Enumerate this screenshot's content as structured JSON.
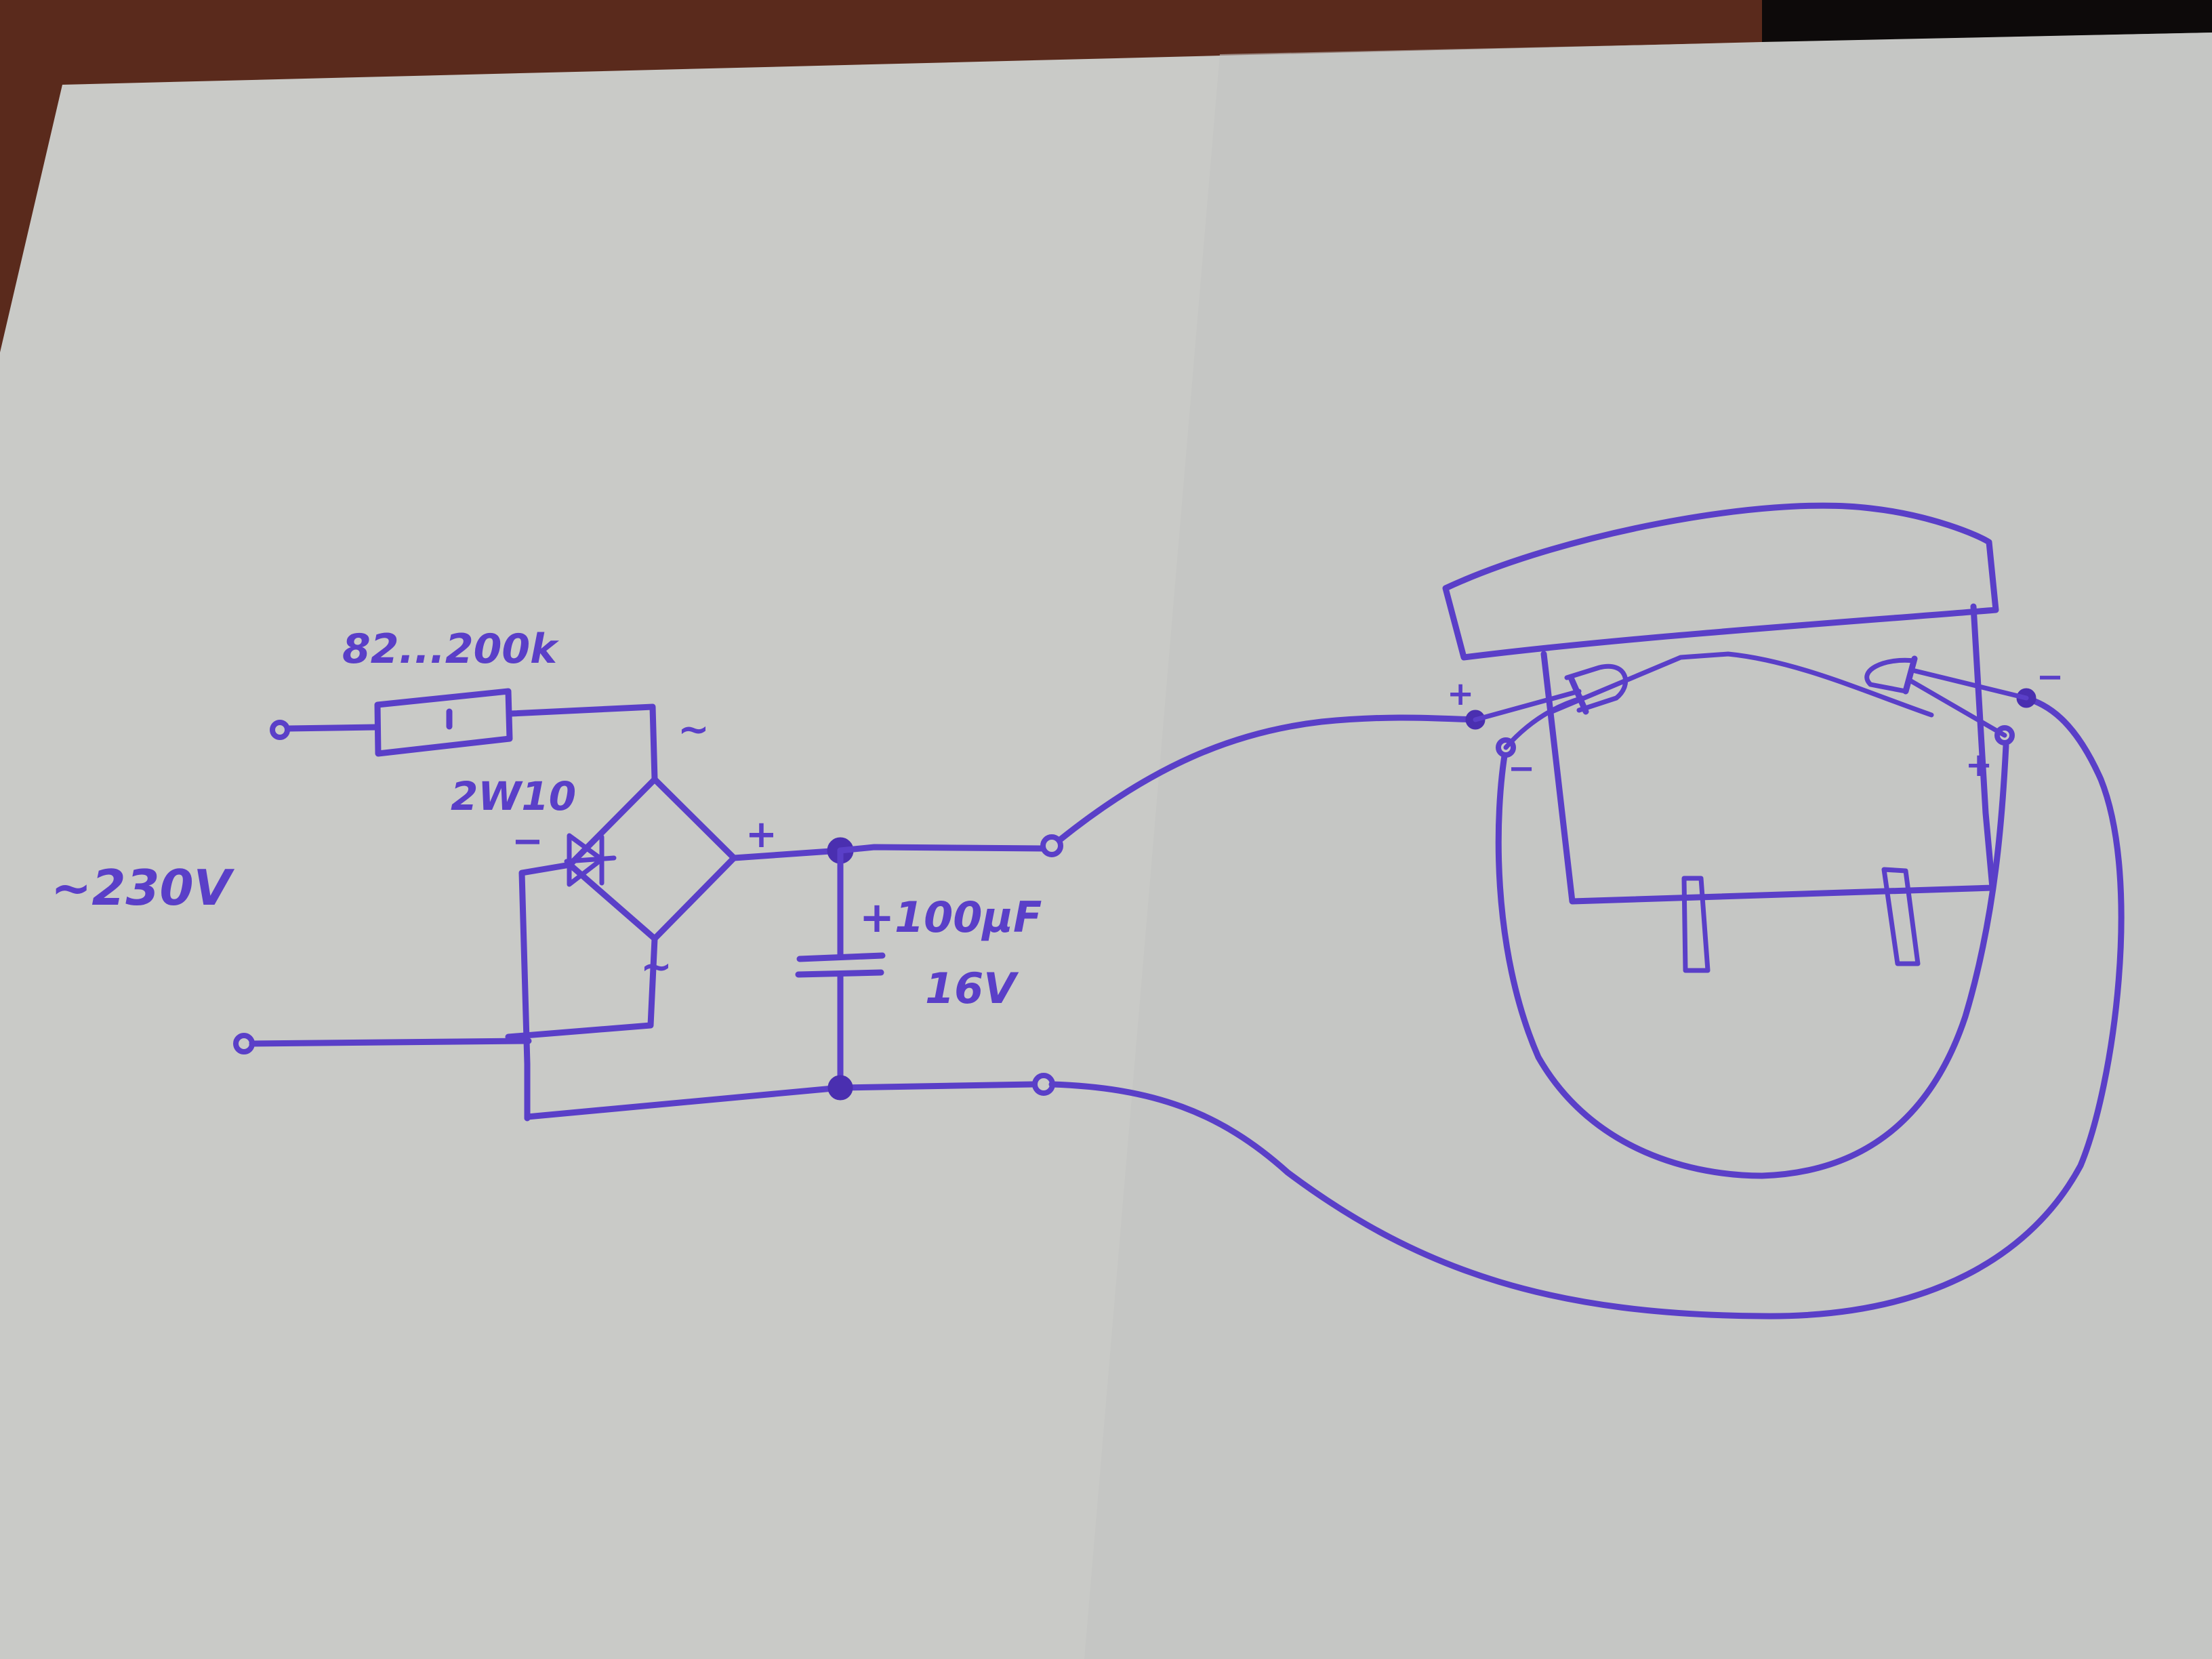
{
  "diagram": {
    "title": "Mains-powered LED circuit via resistor, bridge rectifier and capacitor",
    "colors": {
      "ink": "#5a3fc8",
      "paper": "#c9cac7",
      "table": "#5a2a1c",
      "dark_edge": "#0d0a0a"
    },
    "labels": {
      "mains": "~230V",
      "resistor_value": "82...200k",
      "resistor_body_mark": "I",
      "bridge_part": "2W10",
      "bridge_ac_top": "~",
      "bridge_ac_bottom": "~",
      "bridge_minus": "−",
      "bridge_plus": "+",
      "cap_value": "+100µF",
      "cap_voltage": "16V",
      "led1_plus": "+",
      "led1_minus": "−",
      "led2_plus": "+",
      "led2_minus": "−"
    },
    "components": [
      {
        "id": "R1",
        "type": "resistor",
        "value": "82...200k"
      },
      {
        "id": "BR1",
        "type": "bridge-rectifier",
        "part": "2W10"
      },
      {
        "id": "C1",
        "type": "electrolytic-capacitor",
        "value": "100µF",
        "voltage": "16V"
      },
      {
        "id": "LED1",
        "type": "led"
      },
      {
        "id": "LED2",
        "type": "led"
      },
      {
        "id": "device",
        "type": "housing-sketch"
      }
    ]
  }
}
